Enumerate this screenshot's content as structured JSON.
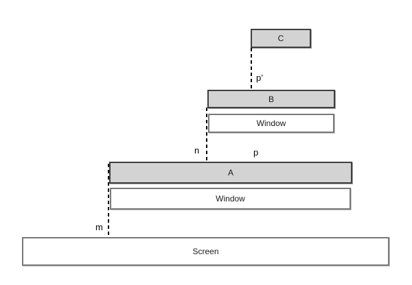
{
  "diagram": {
    "description": "Windowing diagram: shaded regions C, B, A layered above Window and Screen rectangles, linked by vertical dashed mapping lines",
    "boxes": {
      "c": {
        "label": "C"
      },
      "b": {
        "label": "B"
      },
      "window_upper": {
        "label": "Window"
      },
      "a": {
        "label": "A"
      },
      "window_lower": {
        "label": "Window"
      },
      "screen": {
        "label": "Screen"
      }
    },
    "points": {
      "p_prime": "p’",
      "n": "n",
      "p": "p",
      "m": "m"
    },
    "colors": {
      "background": "#ffffff",
      "shaded_box_fill": "#d3d3d3",
      "shaded_box_border": "#3f3f3f",
      "plain_box_fill": "#ffffff",
      "plain_box_border": "#787878",
      "dashed_line": "#000000",
      "text": "#1a1a1a"
    }
  }
}
